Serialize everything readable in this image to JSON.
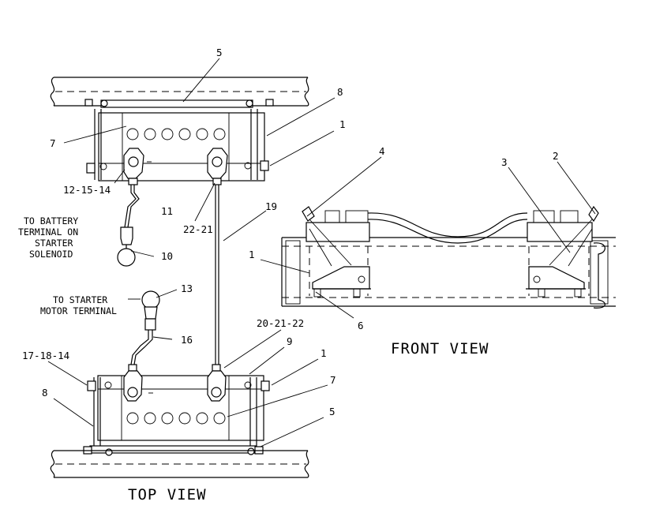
{
  "views": {
    "top": "TOP VIEW",
    "front": "FRONT VIEW"
  },
  "notes": {
    "battery_line1": "TO BATTERY",
    "battery_line2": "TERMINAL ON",
    "battery_line3": "STARTER",
    "battery_line4": "SOLENOID",
    "motor_line1": "TO STARTER",
    "motor_line2": "MOTOR TERMINAL"
  },
  "callouts": {
    "c5_top": "5",
    "c8_top": "8",
    "c7_top": "7",
    "c1_top": "1",
    "c12_15_14": "12-15-14",
    "c11": "11",
    "c22_21": "22-21",
    "c19": "19",
    "c10": "10",
    "c13": "13",
    "c16": "16",
    "c20_21_22": "20-21-22",
    "c9": "9",
    "c1_bottom": "1",
    "c17_18_14": "17-18-14",
    "c8_bottom": "8",
    "c7_bottom": "7",
    "c5_bottom": "5",
    "c4": "4",
    "c3": "3",
    "c2": "2",
    "c1_front": "1",
    "c6": "6"
  }
}
